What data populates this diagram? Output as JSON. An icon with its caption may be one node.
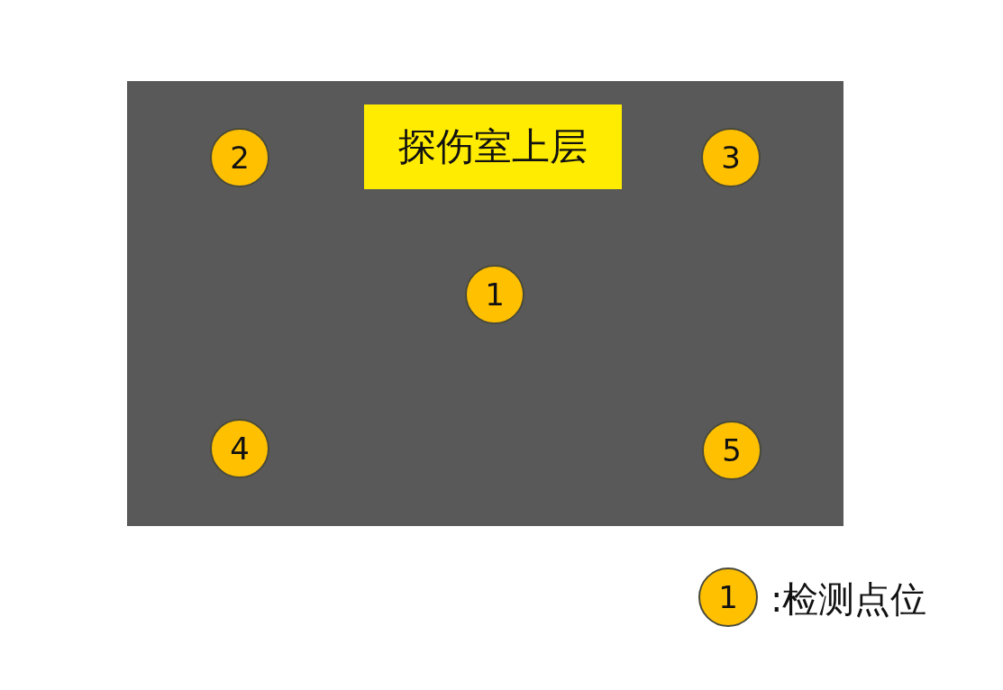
{
  "diagram": {
    "nodes": [
      {
        "text": [],
        "shape": "box"
      },
      {
        "text": [
          "2"
        ],
        "in": 0
      },
      {
        "text": [
          "探伤室上层"
        ],
        "in": 0
      },
      {
        "text": [
          "3"
        ],
        "in": 0
      },
      {
        "text": [
          "1"
        ],
        "in": 0
      },
      {
        "text": [
          "4"
        ],
        "in": 0
      },
      {
        "text": [
          "5"
        ],
        "in": 0
      },
      {
        "text": [
          "1"
        ],
        "beside": [
          ":检测点位"
        ]
      }
    ]
  }
}
